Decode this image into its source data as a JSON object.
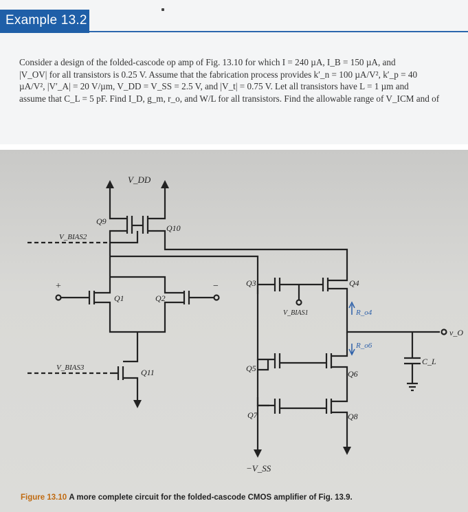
{
  "header": {
    "title": "Example 13.2"
  },
  "problem": {
    "lines": [
      "Consider a design of the folded-cascode op amp of Fig. 13.10 for which I = 240 µA, I_B = 150 µA, and",
      "|V_OV| for all transistors is 0.25 V. Assume that the fabrication process provides k′_n = 100 µA/V², k′_p = 40",
      "µA/V², |V′_A| = 20 V/µm, V_DD = V_SS = 2.5 V, and |V_t| = 0.75 V. Let all transistors have L = 1 µm and",
      "assume that C_L = 5 pF. Find I_D, g_m, r_o, and W/L for all transistors. Find the allowable range of V_ICM and of"
    ]
  },
  "figure": {
    "labels": {
      "vdd": "V_DD",
      "q9": "Q9",
      "q10": "Q10",
      "vbias2": "V_BIAS2",
      "plus": "+",
      "minus": "−",
      "q1": "Q1",
      "q2": "Q2",
      "q3": "Q3",
      "q4": "Q4",
      "vbias1": "V_BIAS1",
      "ro4": "R_o4",
      "ro6": "R_o6",
      "vo": "v_O",
      "cl": "C_L",
      "vbias3": "V_BIAS3",
      "q11": "Q11",
      "q5": "Q5",
      "q6": "Q6",
      "q7": "Q7",
      "q8": "Q8",
      "vss": "−V_SS"
    },
    "caption_label": "Figure 13.10",
    "caption_text": "A more complete circuit for the folded-cascode CMOS amplifier of Fig. 13.9."
  }
}
